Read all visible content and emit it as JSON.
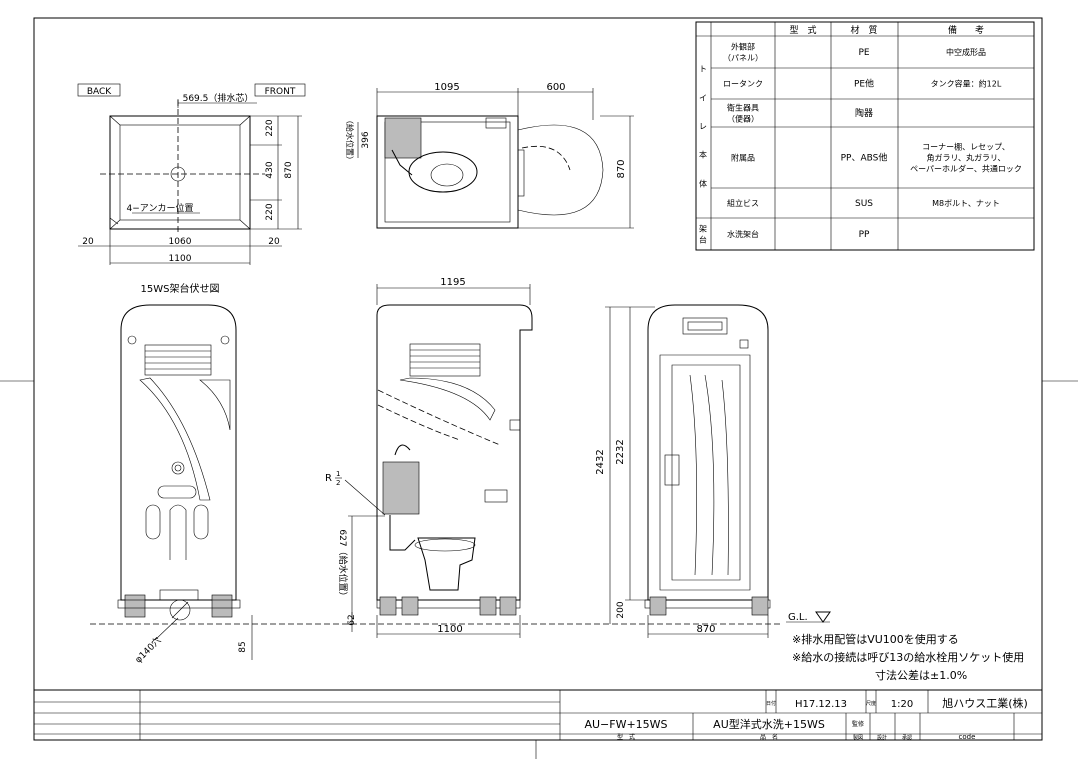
{
  "spec_table": {
    "headers": {
      "col_type": "型　式",
      "col_material": "材　質",
      "col_note": "備　　考"
    },
    "group_toilet": "トイレ本体",
    "group_stand": "架台",
    "rows": [
      {
        "name": "外観部\n（パネル）",
        "type": "",
        "material": "PE",
        "note": "中空成形品"
      },
      {
        "name": "ロータンク",
        "type": "",
        "material": "PE他",
        "note": "タンク容量：約12L"
      },
      {
        "name": "衛生器具\n（便器）",
        "type": "",
        "material": "陶器",
        "note": ""
      },
      {
        "name": "附属品",
        "type": "",
        "material": "PP、ABS他",
        "note": "コーナー棚、レセップ、\n角ガラリ、丸ガラリ、\nペーパーホルダー、共通ロック"
      },
      {
        "name": "組立ビス",
        "type": "",
        "material": "SUS",
        "note": "M8ボルト、ナット"
      },
      {
        "name": "水洗架台",
        "type": "",
        "material": "PP",
        "note": ""
      }
    ]
  },
  "plan_stand": {
    "back": "BACK",
    "front": "FRONT",
    "drain_dim": "569.5（排水芯）",
    "anchor": "4−アンカー位置",
    "dims": {
      "side_l": "20",
      "mid": "1060",
      "side_r": "20",
      "total": "1100",
      "v1": "220",
      "v2": "430",
      "v3": "220",
      "vtotal": "870"
    }
  },
  "plan_toilet": {
    "dims": {
      "w1": "1095",
      "w2": "600",
      "h": "870",
      "supply": "396",
      "supply_label": "（給水位置）"
    }
  },
  "stand_title": "15WS架台伏せ図",
  "section": {
    "width_top": "1195",
    "width_bottom": "1100",
    "r_label": "R",
    "r_num": "1",
    "r_den": "2",
    "supply": "627（給水位置）",
    "v62": "62",
    "dia": "φ140穴",
    "v85": "85"
  },
  "elevation": {
    "h_total": "2432",
    "h_inner": "2232",
    "h_base": "200",
    "width": "870",
    "gl": "G.L."
  },
  "notes": [
    "※排水用配管はVU100を使用する",
    "※給水の接続は呼び13の給水栓用ソケット使用",
    "寸法公差は±1.0%"
  ],
  "title_block": {
    "date_label": "日付",
    "date": "H17.12.13",
    "scale_label": "尺度",
    "scale": "1:20",
    "company": "旭ハウス工業(株)",
    "model": "AU−FW+15WS",
    "product": "AU型洋式水洗+15WS",
    "model_caption": "型　式",
    "product_caption": "品　名",
    "check_label": "監修",
    "sub1": "製図",
    "sub2": "設計",
    "sub3": "承認",
    "code": "code"
  }
}
